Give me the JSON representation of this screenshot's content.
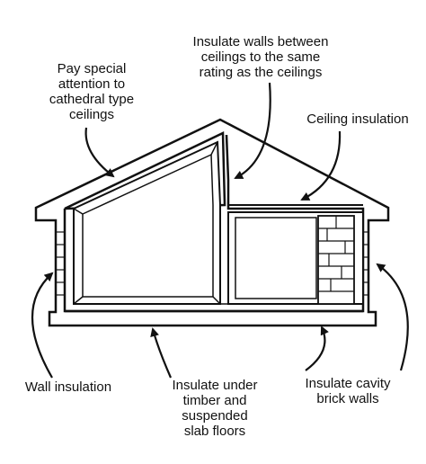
{
  "labels": {
    "cathedral": "Pay special\nattention to\ncathedral type\nceilings",
    "walls_between": "Insulate walls between\nceilings to the same\nrating as the ceilings",
    "ceiling": "Ceiling insulation",
    "wall": "Wall insulation",
    "under_floor": "Insulate under\ntimber and\nsuspended\nslab floors",
    "cavity": "Insulate cavity\nbrick walls"
  },
  "colors": {
    "stroke": "#111111",
    "fill": "#ffffff"
  }
}
